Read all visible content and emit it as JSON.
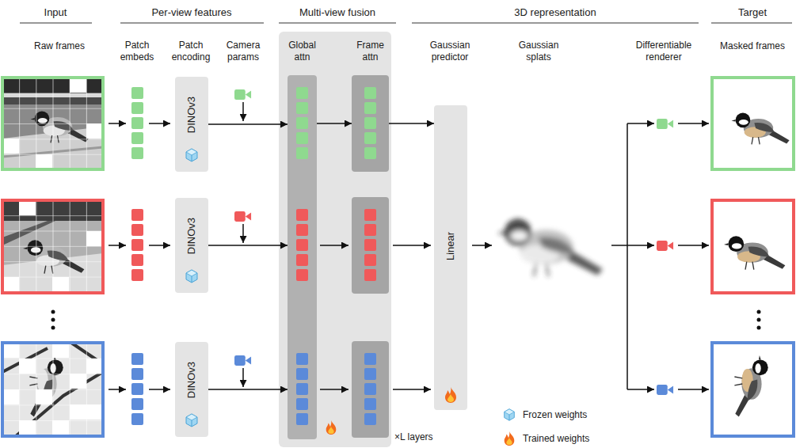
{
  "diagram": {
    "nodes": [
      {
        "text": [
          "DINOv3"
        ]
      },
      {
        "text": [
          "DINOv3"
        ]
      },
      {
        "text": [
          "DINOv3"
        ]
      },
      {
        "text": [
          "Global attn"
        ]
      },
      {
        "text": [
          "Frame attn"
        ]
      },
      {
        "text": [
          "Linear"
        ]
      }
    ],
    "edges": [
      {
        "from": 0,
        "to": 3,
        "arrow": "to"
      },
      {
        "from": 1,
        "to": 3,
        "arrow": "to"
      },
      {
        "from": 2,
        "to": 3,
        "arrow": "to"
      },
      {
        "from": 3,
        "to": 4,
        "arrow": "to"
      },
      {
        "from": 4,
        "to": 5,
        "arrow": "to"
      }
    ],
    "labels": [
      "Input",
      "Per-view features",
      "Multi-view fusion",
      "3D representation",
      "Target",
      "Raw frames",
      "Patch embeds",
      "Patch encoding",
      "Camera params",
      "Gaussian predictor",
      "Gaussian splats",
      "Differentiable renderer",
      "Masked frames",
      "×L layers"
    ],
    "legend": [
      {
        "text": "Frozen weights"
      },
      {
        "text": "Trained weights"
      }
    ]
  }
}
